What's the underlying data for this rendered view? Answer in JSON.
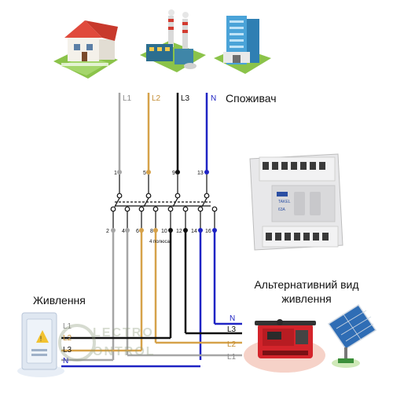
{
  "consumer": {
    "label": "Споживач"
  },
  "main_supply": {
    "label": "Живлення"
  },
  "alt_supply": {
    "label": "Альтернативний вид живлення"
  },
  "switch": {
    "poles_caption": "4 полюса",
    "top_terminals": [
      "1",
      "5",
      "9",
      "13"
    ],
    "bottom_terminals": [
      "2",
      "4",
      "6",
      "8",
      "10",
      "12",
      "14",
      "16"
    ],
    "device_brand": "TAKEL",
    "device_rating": "63A"
  },
  "top_wires": [
    {
      "name": "L1",
      "color": "#a6a6a6"
    },
    {
      "name": "L2",
      "color": "#d6a24a"
    },
    {
      "name": "L3",
      "color": "#111111"
    },
    {
      "name": "N",
      "color": "#1f24c4"
    }
  ],
  "left_wires": [
    {
      "name": "L1",
      "color": "#a6a6a6"
    },
    {
      "name": "L2",
      "color": "#d6a24a"
    },
    {
      "name": "L3",
      "color": "#111111"
    },
    {
      "name": "N",
      "color": "#1f24c4"
    }
  ],
  "right_wires": [
    {
      "name": "N",
      "color": "#1f24c4"
    },
    {
      "name": "L3",
      "color": "#111111"
    },
    {
      "name": "L2",
      "color": "#d6a24a"
    },
    {
      "name": "L1",
      "color": "#a6a6a6"
    }
  ],
  "watermark": "ELECTRO CONTROL",
  "icons": [
    "house-icon",
    "factory-icon",
    "office-building-icon",
    "electrical-panel-icon",
    "generator-icon",
    "solar-panel-icon"
  ]
}
